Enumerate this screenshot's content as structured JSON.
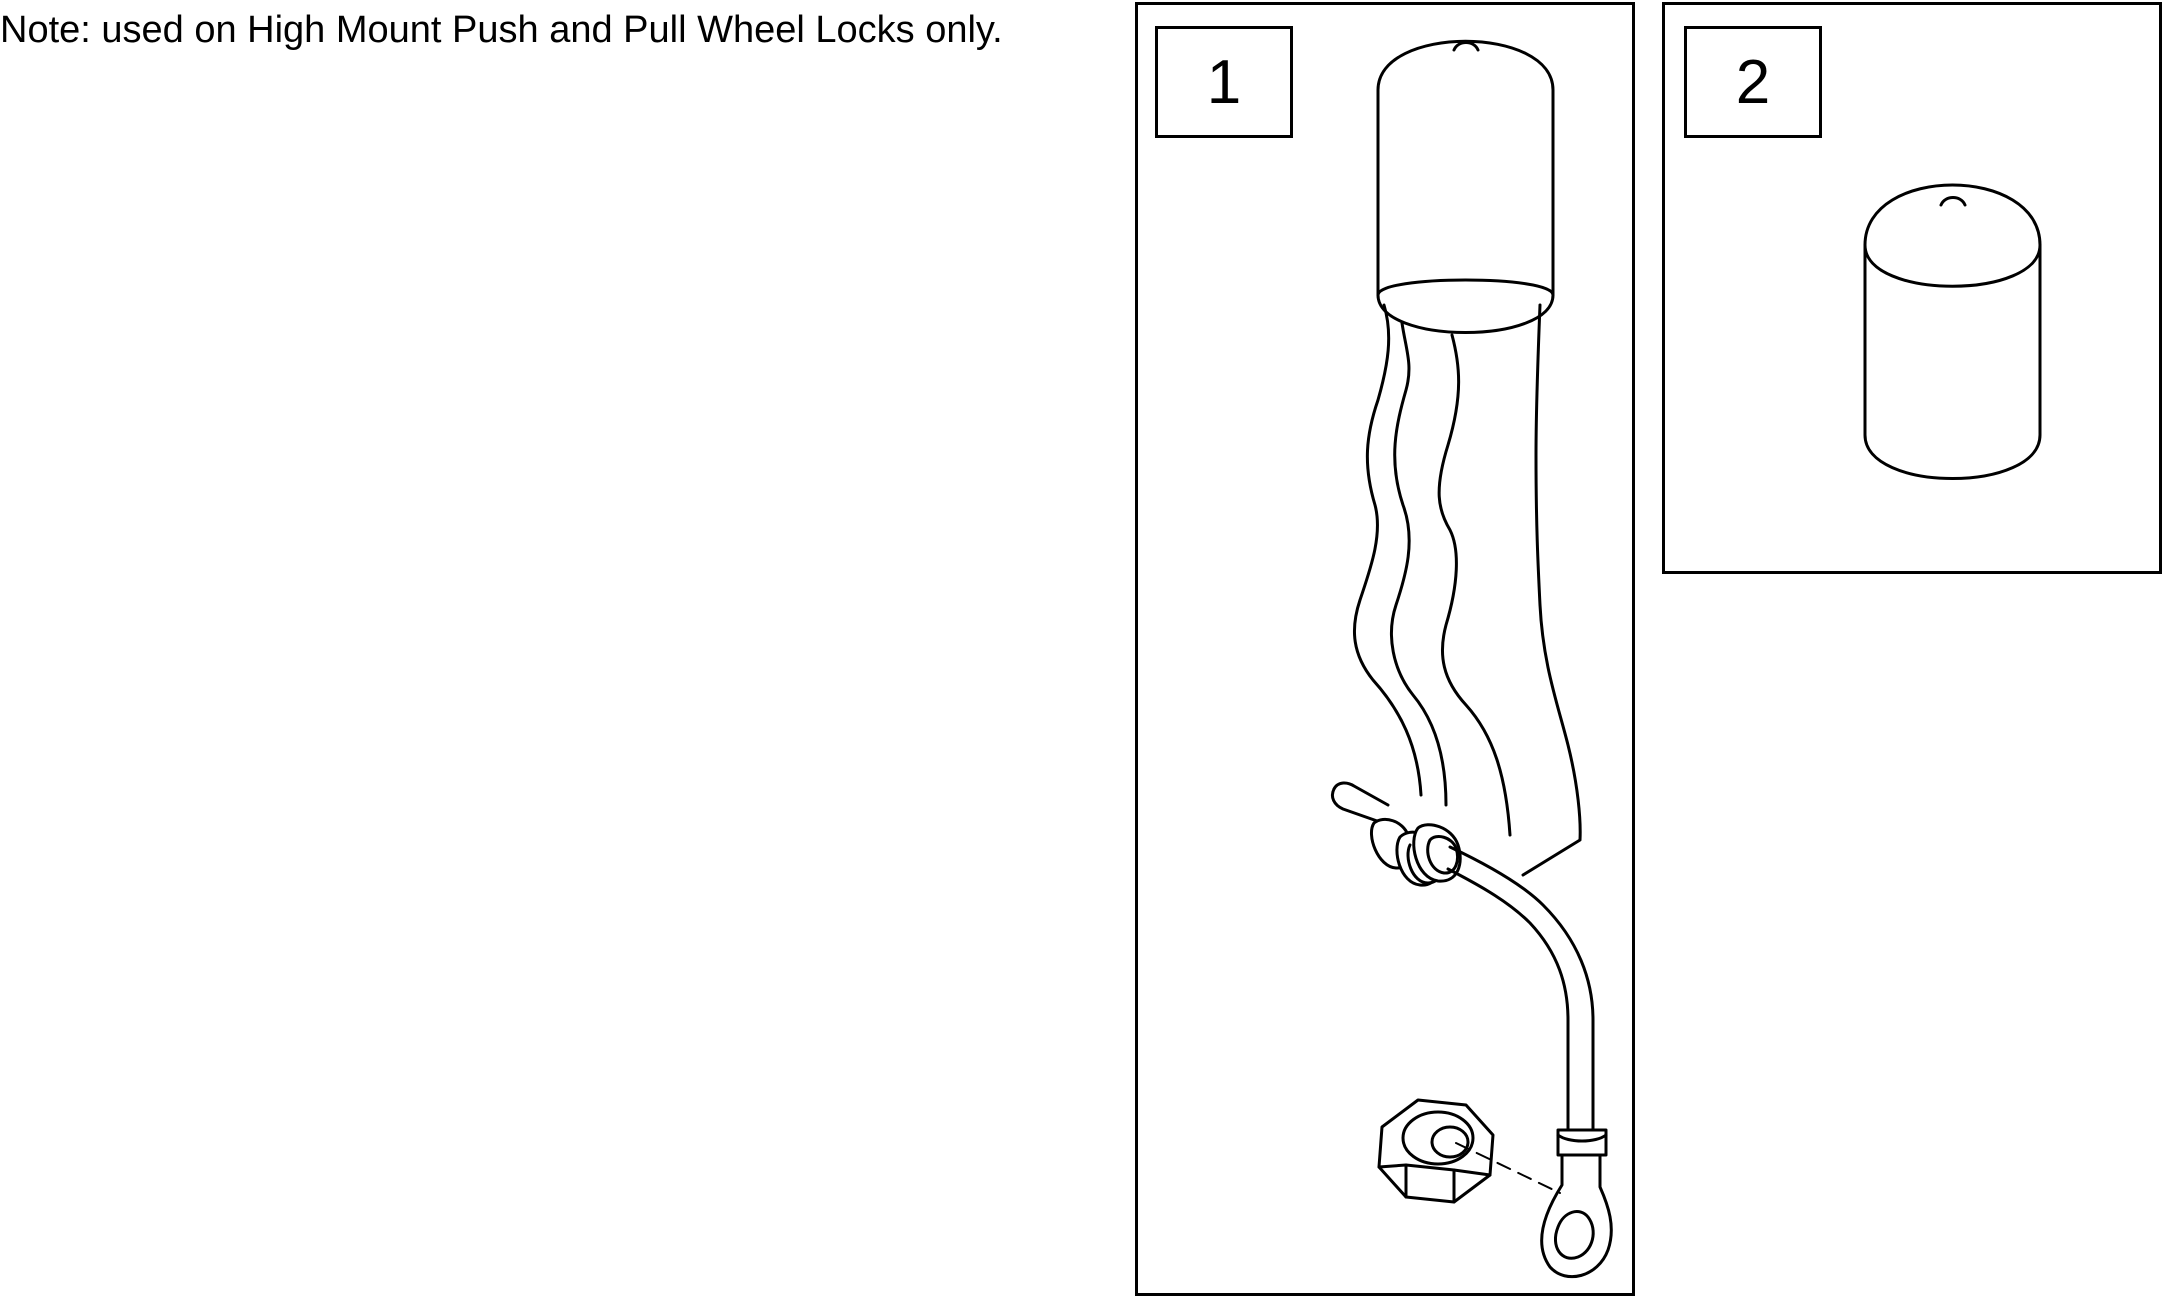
{
  "note": {
    "text": "Note: used on High Mount Push and Pull Wheel Locks only."
  },
  "panels": [
    {
      "callout": "1",
      "part": "wheel-lock-extension-handle-assembly"
    },
    {
      "callout": "2",
      "part": "handle-grip-cap"
    }
  ],
  "colors": {
    "line": "#000000",
    "background": "#ffffff"
  }
}
